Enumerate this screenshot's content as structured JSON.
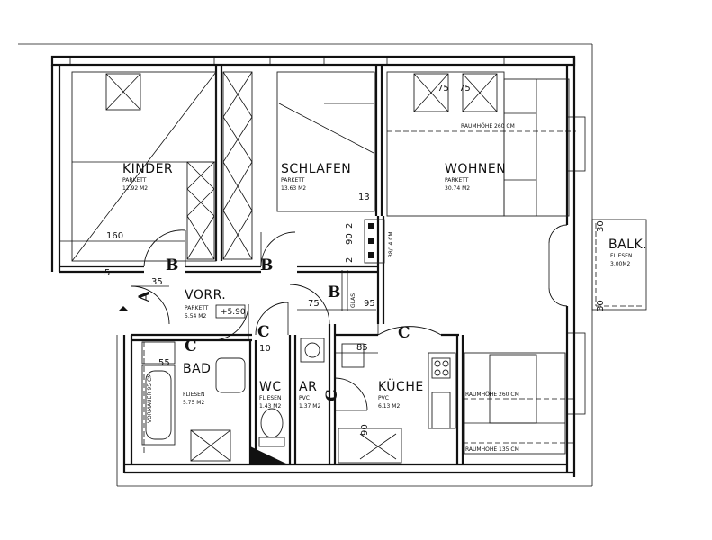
{
  "rooms": {
    "kinder": {
      "name": "KINDER",
      "floor": "PARKETT",
      "area": "12.92 M2"
    },
    "schlafen": {
      "name": "SCHLAFEN",
      "floor": "PARKETT",
      "area": "13.63 M2"
    },
    "wohnen": {
      "name": "WOHNEN",
      "floor": "PARKETT",
      "area": "30.74 M2"
    },
    "balkon": {
      "name": "BALK.",
      "floor": "FLIESEN",
      "area": "3.00M2"
    },
    "vorraum": {
      "name": "VORR.",
      "floor": "PARKETT",
      "area": "5.54 M2"
    },
    "bad": {
      "name": "BAD",
      "floor": "FLIESEN",
      "area": "5.75 M2"
    },
    "wc": {
      "name": "WC",
      "floor": "FLIESEN",
      "area": "1.43 M2"
    },
    "ar": {
      "name": "AR",
      "floor": "PVC",
      "area": "1.37 M2"
    },
    "kueche": {
      "name": "KÜCHE",
      "floor": "PVC",
      "area": "6.13 M2"
    }
  },
  "door_labels": {
    "a": "A",
    "b_kinder": "B",
    "b_schlafen": "B",
    "b_glas": "B",
    "c_bad": "C",
    "c_wc": "C",
    "c_ar": "C",
    "c_kueche": "C"
  },
  "level_mark": "+5.90",
  "notes": {
    "raumhoehe_wohnen": "RAUMHÖHE 260 CM",
    "raumhoehe_kueche": "RAUMHÖHE 260 CM",
    "raumhoehe_135": "RAUMHÖHE 135 CM",
    "vormauer": "VORMAUER 95 CM",
    "glas": "GLAS",
    "schacht": "38/14 CM"
  },
  "dimensions": {
    "d_160": "160",
    "d_35": "35",
    "d_5": "5",
    "d_75a": "75",
    "d_75b": "75",
    "d_75c": "75",
    "d_95": "95",
    "d_85": "85",
    "d_90a": "90",
    "d_90b": "90",
    "d_13": "13",
    "d_2a": "2",
    "d_2b": "2",
    "d_10": "10",
    "d_30a": "30",
    "d_30b": "30",
    "d_55": "55"
  },
  "colors": {
    "line": "#111111",
    "background": "#ffffff"
  }
}
